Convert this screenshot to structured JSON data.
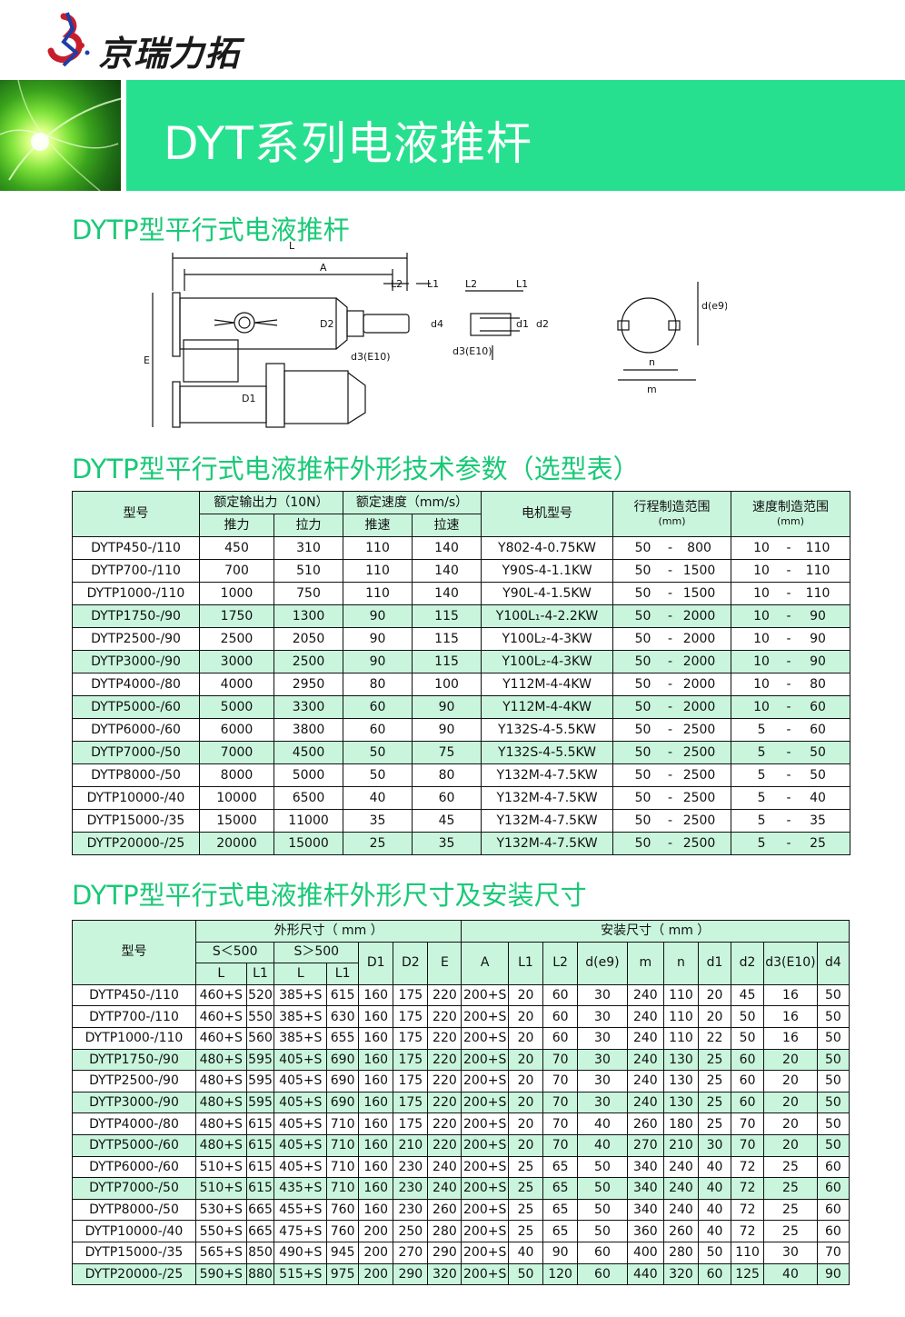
{
  "brand": {
    "name": "京瑞力拓"
  },
  "banner": {
    "title": "DYT系列电液推杆"
  },
  "section1": {
    "title": "DYTP型平行式电液推杆"
  },
  "drawing": {
    "labels": {
      "L": "L",
      "A": "A",
      "L2": "L2",
      "L1": "L1",
      "D2": "D2",
      "d4": "d4",
      "d3": "d3(E10)",
      "E": "E",
      "D1": "D1",
      "d1": "d1",
      "d2": "d2",
      "de9": "d(e9)",
      "n": "n",
      "m": "m"
    }
  },
  "section2": {
    "title": "DYTP型平行式电液推杆外形技术参数（选型表）"
  },
  "section3": {
    "title": "DYTP型平行式电液推杆外形尺寸及安装尺寸"
  },
  "table1": {
    "headers": {
      "model": "型号",
      "force": "额定输出力（10N）",
      "push": "推力",
      "pull": "拉力",
      "speed": "额定速度（mm/s）",
      "push_speed": "推速",
      "pull_speed": "拉速",
      "motor": "电机型号",
      "stroke": "行程制造范围",
      "stroke_unit": "(mm)",
      "speed_range": "速度制造范围",
      "speed_range_unit": "(mm)"
    },
    "rows": [
      [
        "DYTP450-/110",
        "450",
        "310",
        "110",
        "140",
        "Y802-4-0.75KW",
        "50",
        "800",
        "10",
        "110"
      ],
      [
        "DYTP700-/110",
        "700",
        "510",
        "110",
        "140",
        "Y90S-4-1.1KW",
        "50",
        "1500",
        "10",
        "110"
      ],
      [
        "DYTP1000-/110",
        "1000",
        "750",
        "110",
        "140",
        "Y90L-4-1.5KW",
        "50",
        "1500",
        "10",
        "110"
      ],
      [
        "DYTP1750-/90",
        "1750",
        "1300",
        "90",
        "115",
        "Y100L₁-4-2.2KW",
        "50",
        "2000",
        "10",
        "90"
      ],
      [
        "DYTP2500-/90",
        "2500",
        "2050",
        "90",
        "115",
        "Y100L₂-4-3KW",
        "50",
        "2000",
        "10",
        "90"
      ],
      [
        "DYTP3000-/90",
        "3000",
        "2500",
        "90",
        "115",
        "Y100L₂-4-3KW",
        "50",
        "2000",
        "10",
        "90"
      ],
      [
        "DYTP4000-/80",
        "4000",
        "2950",
        "80",
        "100",
        "Y112M-4-4KW",
        "50",
        "2000",
        "10",
        "80"
      ],
      [
        "DYTP5000-/60",
        "5000",
        "3300",
        "60",
        "90",
        "Y112M-4-4KW",
        "50",
        "2000",
        "10",
        "60"
      ],
      [
        "DYTP6000-/60",
        "6000",
        "3800",
        "60",
        "90",
        "Y132S-4-5.5KW",
        "50",
        "2500",
        "5",
        "60"
      ],
      [
        "DYTP7000-/50",
        "7000",
        "4500",
        "50",
        "75",
        "Y132S-4-5.5KW",
        "50",
        "2500",
        "5",
        "50"
      ],
      [
        "DYTP8000-/50",
        "8000",
        "5000",
        "50",
        "80",
        "Y132M-4-7.5KW",
        "50",
        "2500",
        "5",
        "50"
      ],
      [
        "DYTP10000-/40",
        "10000",
        "6500",
        "40",
        "60",
        "Y132M-4-7.5KW",
        "50",
        "2500",
        "5",
        "40"
      ],
      [
        "DYTP15000-/35",
        "15000",
        "11000",
        "35",
        "45",
        "Y132M-4-7.5KW",
        "50",
        "2500",
        "5",
        "35"
      ],
      [
        "DYTP20000-/25",
        "20000",
        "15000",
        "25",
        "35",
        "Y132M-4-7.5KW",
        "50",
        "2500",
        "5",
        "25"
      ]
    ]
  },
  "table2": {
    "headers": {
      "model": "型号",
      "outer": "外形尺寸（ mm ）",
      "install": "安装尺寸（ mm ）",
      "s_lt": "S＜500",
      "s_gt": "S＞500",
      "L": "L",
      "L1": "L1",
      "D1": "D1",
      "D2": "D2",
      "E": "E",
      "A": "A",
      "L1b": "L1",
      "L2": "L2",
      "de9": "d(e9)",
      "m": "m",
      "n": "n",
      "d1": "d1",
      "d2": "d2",
      "d3": "d3(E10)",
      "d4": "d4"
    },
    "rows": [
      [
        "DYTP450-/110",
        "460+S",
        "520",
        "385+S",
        "615",
        "160",
        "175",
        "220",
        "200+S",
        "20",
        "60",
        "30",
        "240",
        "110",
        "20",
        "45",
        "16",
        "50"
      ],
      [
        "DYTP700-/110",
        "460+S",
        "550",
        "385+S",
        "630",
        "160",
        "175",
        "220",
        "200+S",
        "20",
        "60",
        "30",
        "240",
        "110",
        "20",
        "50",
        "16",
        "50"
      ],
      [
        "DYTP1000-/110",
        "460+S",
        "560",
        "385+S",
        "655",
        "160",
        "175",
        "220",
        "200+S",
        "20",
        "60",
        "30",
        "240",
        "110",
        "22",
        "50",
        "16",
        "50"
      ],
      [
        "DYTP1750-/90",
        "480+S",
        "595",
        "405+S",
        "690",
        "160",
        "175",
        "220",
        "200+S",
        "20",
        "70",
        "30",
        "240",
        "130",
        "25",
        "60",
        "20",
        "50"
      ],
      [
        "DYTP2500-/90",
        "480+S",
        "595",
        "405+S",
        "690",
        "160",
        "175",
        "220",
        "200+S",
        "20",
        "70",
        "30",
        "240",
        "130",
        "25",
        "60",
        "20",
        "50"
      ],
      [
        "DYTP3000-/90",
        "480+S",
        "595",
        "405+S",
        "690",
        "160",
        "175",
        "220",
        "200+S",
        "20",
        "70",
        "30",
        "240",
        "130",
        "25",
        "60",
        "20",
        "50"
      ],
      [
        "DYTP4000-/80",
        "480+S",
        "615",
        "405+S",
        "710",
        "160",
        "175",
        "220",
        "200+S",
        "20",
        "70",
        "40",
        "260",
        "180",
        "25",
        "70",
        "20",
        "50"
      ],
      [
        "DYTP5000-/60",
        "480+S",
        "615",
        "405+S",
        "710",
        "160",
        "210",
        "220",
        "200+S",
        "20",
        "70",
        "40",
        "270",
        "210",
        "30",
        "70",
        "20",
        "50"
      ],
      [
        "DYTP6000-/60",
        "510+S",
        "615",
        "405+S",
        "710",
        "160",
        "230",
        "240",
        "200+S",
        "25",
        "65",
        "50",
        "340",
        "240",
        "40",
        "72",
        "25",
        "60"
      ],
      [
        "DYTP7000-/50",
        "510+S",
        "615",
        "435+S",
        "710",
        "160",
        "230",
        "240",
        "200+S",
        "25",
        "65",
        "50",
        "340",
        "240",
        "40",
        "72",
        "25",
        "60"
      ],
      [
        "DYTP8000-/50",
        "530+S",
        "665",
        "455+S",
        "760",
        "160",
        "230",
        "260",
        "200+S",
        "25",
        "65",
        "50",
        "340",
        "240",
        "40",
        "72",
        "25",
        "60"
      ],
      [
        "DYTP10000-/40",
        "550+S",
        "665",
        "475+S",
        "760",
        "200",
        "250",
        "280",
        "200+S",
        "25",
        "65",
        "50",
        "360",
        "260",
        "40",
        "72",
        "25",
        "60"
      ],
      [
        "DYTP15000-/35",
        "565+S",
        "850",
        "490+S",
        "945",
        "200",
        "270",
        "290",
        "200+S",
        "40",
        "90",
        "60",
        "400",
        "280",
        "50",
        "110",
        "30",
        "70"
      ],
      [
        "DYTP20000-/25",
        "590+S",
        "880",
        "515+S",
        "975",
        "200",
        "290",
        "320",
        "200+S",
        "50",
        "120",
        "60",
        "440",
        "320",
        "60",
        "125",
        "40",
        "90"
      ]
    ]
  }
}
